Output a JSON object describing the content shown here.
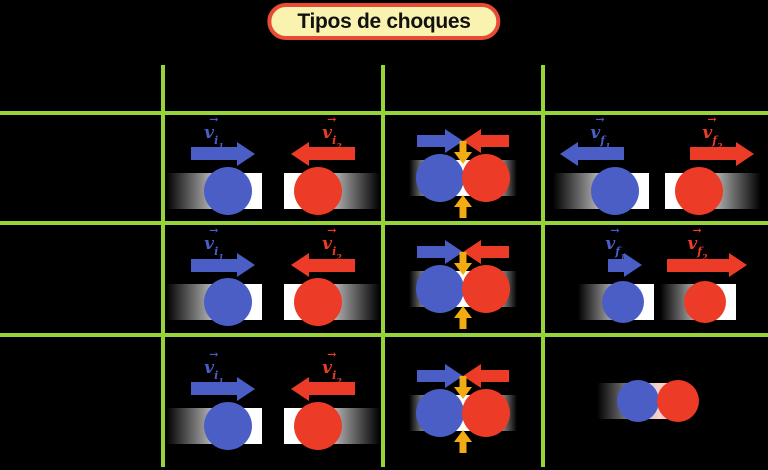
{
  "title": {
    "text": "Tipos de choques"
  },
  "colors": {
    "background": "#000000",
    "grid_line": "#97D43A",
    "ball_blue": "#4A5EC5",
    "ball_red": "#EC3B26",
    "contact_yellow": "#F2AC12",
    "title_fill": "#FAF3AF",
    "title_border": "#E84B35",
    "title_text": "#111111"
  },
  "labels": {
    "vi1": {
      "hat": "→",
      "base": "v",
      "sub": "i",
      "num": "1"
    },
    "vi2": {
      "hat": "→",
      "base": "v",
      "sub": "i",
      "num": "2"
    },
    "vf1": {
      "hat": "→",
      "base": "v",
      "sub": "f",
      "num": "1"
    },
    "vf2": {
      "hat": "→",
      "base": "v",
      "sub": "f",
      "num": "2"
    }
  }
}
